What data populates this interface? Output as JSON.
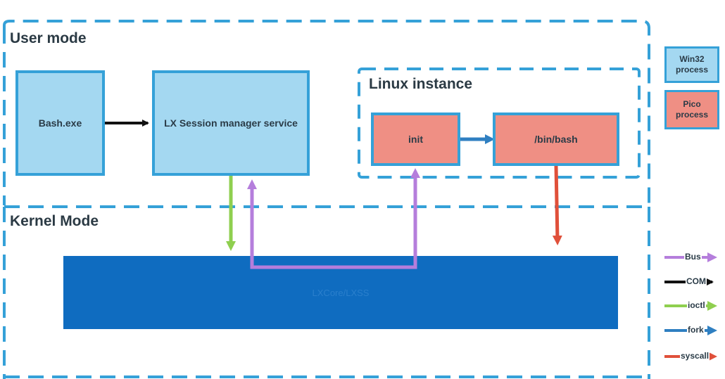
{
  "regions": {
    "user_mode": "User mode",
    "kernel_mode": "Kernel Mode",
    "linux_instance": "Linux instance"
  },
  "components": {
    "bash_exe": "Bash.exe",
    "session_manager": "LX Session manager service",
    "init": "init",
    "bin_bash": "/bin/bash",
    "lxcore": "LXCore/LXSS"
  },
  "legend": {
    "win32": "Win32 process",
    "pico": "Pico process",
    "bus": "Bus",
    "com": "COM",
    "ioctl": "ioctl",
    "fork": "fork",
    "syscall": "syscall"
  },
  "colors": {
    "bus": "#b57edc",
    "com": "#111111",
    "ioctl": "#8fcf4f",
    "fork": "#2f7fc1",
    "syscall": "#e0503a",
    "win32_fill": "#a4d8f1",
    "pico_fill": "#ef8f84",
    "kernel_fill": "#0f6cc0",
    "dash_border": "#35a1d8"
  }
}
